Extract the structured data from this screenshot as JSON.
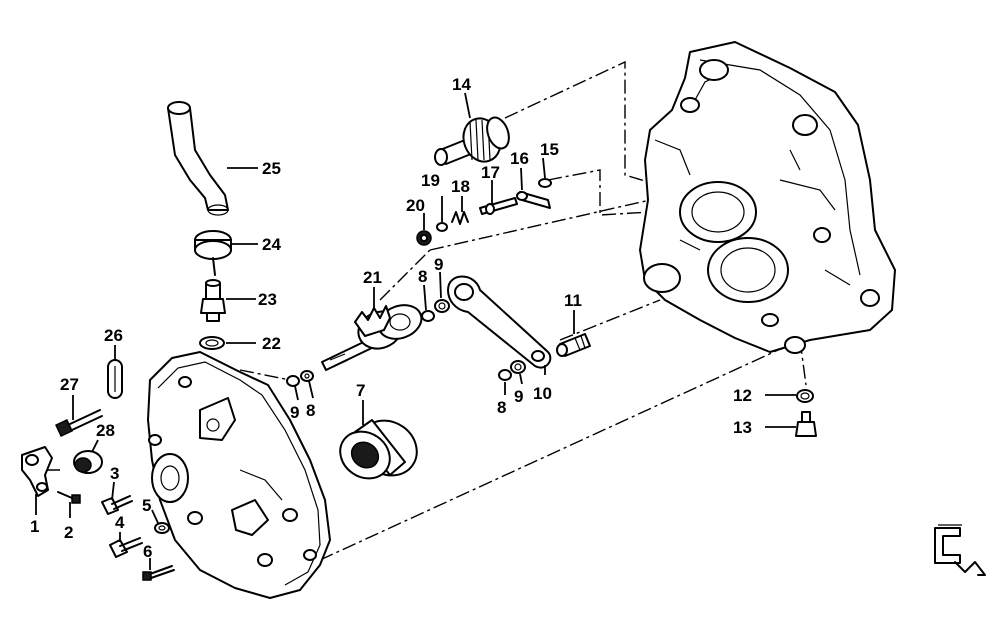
{
  "callouts": {
    "c1": "1",
    "c2": "2",
    "c3": "3",
    "c4": "4",
    "c5": "5",
    "c6": "6",
    "c7": "7",
    "c8a": "8",
    "c8b": "8",
    "c8c": "8",
    "c9a": "9",
    "c9b": "9",
    "c9c": "9",
    "c10": "10",
    "c11": "11",
    "c12": "12",
    "c13": "13",
    "c14": "14",
    "c15": "15",
    "c16": "16",
    "c17": "17",
    "c18": "18",
    "c19": "19",
    "c20": "20",
    "c21": "21",
    "c22": "22",
    "c23": "23",
    "c24": "24",
    "c25": "25",
    "c26": "26",
    "c27": "27",
    "c28": "28"
  },
  "icons": {
    "front_arrow": "front-direction-icon"
  }
}
